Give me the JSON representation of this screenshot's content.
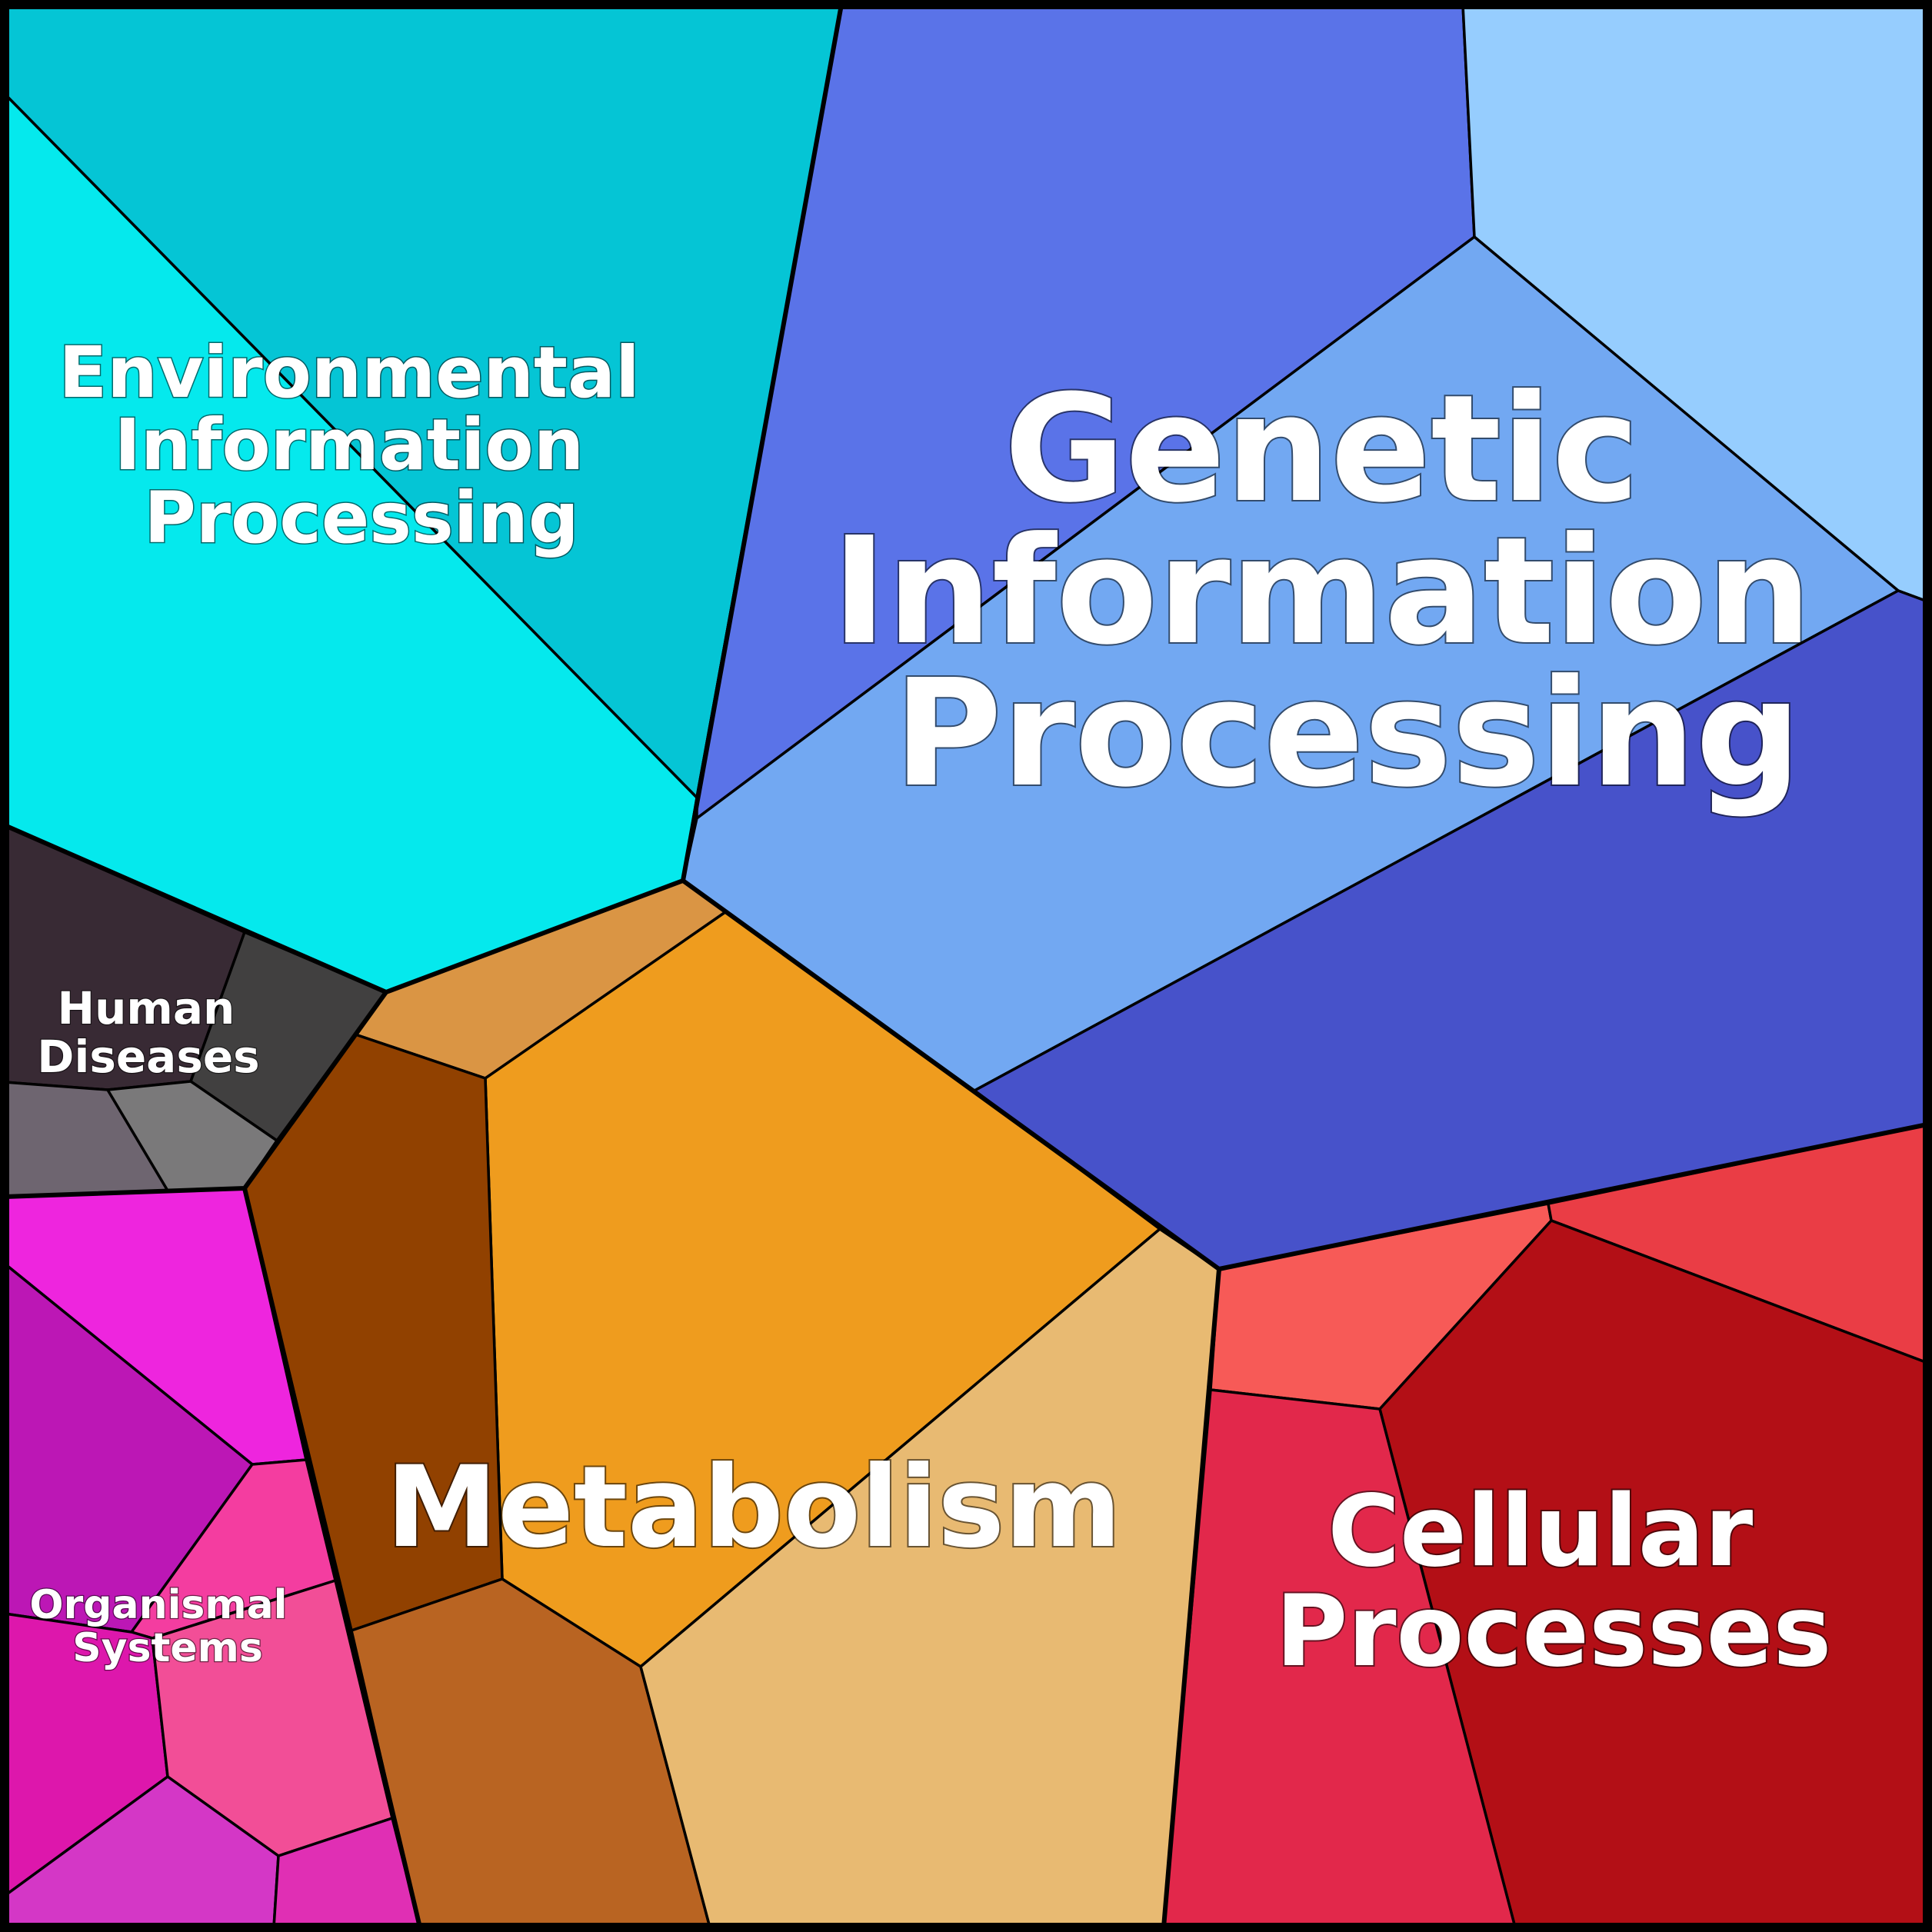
{
  "categories": [
    {
      "key": "environmental",
      "lines": [
        "Environmental",
        "Information",
        "Processing"
      ],
      "colors": {
        "main": "#05C5D5",
        "sub": "#05E9ED"
      }
    },
    {
      "key": "genetic",
      "lines": [
        "Genetic",
        "Information",
        "Processing"
      ],
      "colors": {
        "a": "#5A73E8",
        "b": "#96CDFE",
        "c": "#72A8F2",
        "d": "#4752CA"
      }
    },
    {
      "key": "human-diseases",
      "lines": [
        "Human",
        "Diseases"
      ],
      "colors": {
        "a": "#382A34",
        "b": "#414040",
        "c": "#6E6570",
        "d": "#7A797A"
      }
    },
    {
      "key": "metabolism",
      "lines": [
        "Metabolism"
      ],
      "colors": {
        "a": "#DA9544",
        "b": "#EF9C1E",
        "c": "#914100",
        "d": "#B96422",
        "e": "#E8BA72"
      }
    },
    {
      "key": "organismal-systems",
      "lines": [
        "Organismal",
        "Systems"
      ],
      "colors": {
        "a": "#EE25DE",
        "b": "#BC17B5",
        "c": "#F43DA0",
        "d": "#DD17AC",
        "e": "#F24E97",
        "f": "#D437C6",
        "g": "#E02FB4"
      }
    },
    {
      "key": "cellular-processes",
      "lines": [
        "Cellular",
        "Processes"
      ],
      "colors": {
        "a": "#F75A57",
        "b": "#EA3D45",
        "c": "#B30F16",
        "d": "#E2284B"
      }
    }
  ]
}
